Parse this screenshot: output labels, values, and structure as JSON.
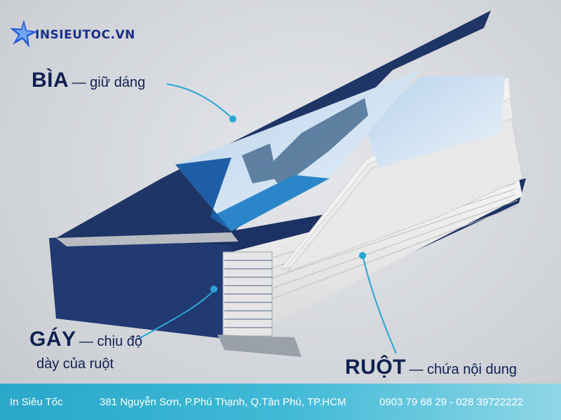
{
  "logo": {
    "text": "INSIEUTOC.VN",
    "icon": "star-logo-icon"
  },
  "labels": {
    "bia": {
      "title": "BÌA",
      "desc": "— giữ dáng"
    },
    "gay": {
      "title": "GÁY",
      "desc": "— chịu độ",
      "desc2": "dày của ruột"
    },
    "ruot": {
      "title": "RUỘT",
      "desc": "— chứa nội dung"
    }
  },
  "footer": {
    "company": "In Siêu Tốc",
    "address": "381 Nguyễn Sơn, P.Phú Thạnh, Q.Tân Phú, TP.HCM",
    "phones": "0903 79 68 29 - 028 39722222"
  },
  "colors": {
    "navy": "#1e3566",
    "accent": "#2aa8c9",
    "text": "#0f2150"
  }
}
